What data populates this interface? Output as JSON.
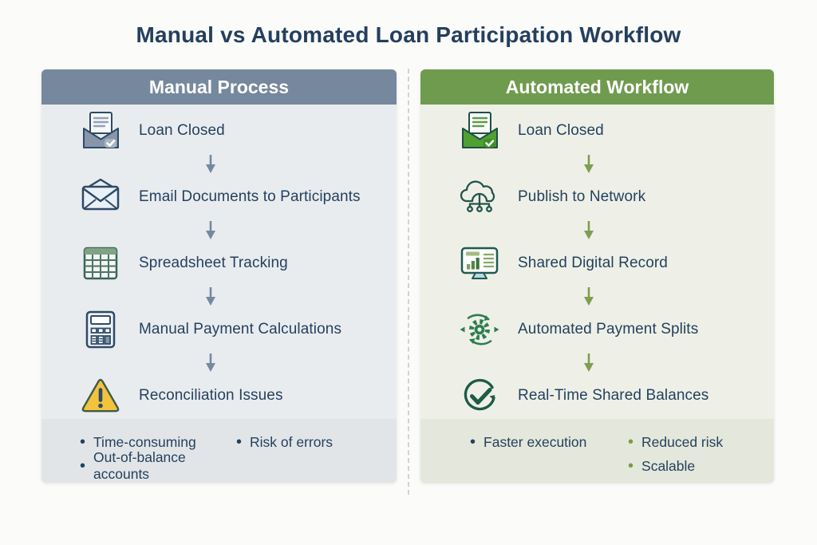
{
  "title": "Manual vs Automated Loan Participation Workflow",
  "colors": {
    "page_bg": "#fbfbf9",
    "title_text": "#243f5e",
    "header_text": "#ffffff",
    "manual_header_bg": "#76889d",
    "automated_header_bg": "#6f9b4f",
    "manual_body_bg": "#e9ecef",
    "automated_body_bg": "#eef0e7",
    "manual_footer_bg": "#e2e5e8",
    "automated_footer_bg": "#e4e7db",
    "step_text": "#24415e",
    "manual_arrow": "#7588a0",
    "automated_arrow": "#7f9d53",
    "divider": "#d2d2d0",
    "warning_yellow": "#f3c33d",
    "green_bullet": "#7b9a48"
  },
  "manual_panel": {
    "header": "Manual Process",
    "steps": [
      {
        "label": "Loan Closed",
        "icon": "envelope-open-document-check-icon"
      },
      {
        "label": "Email Documents to Participants",
        "icon": "email-envelope-icon"
      },
      {
        "label": "Spreadsheet Tracking",
        "icon": "spreadsheet-grid-icon"
      },
      {
        "label": "Manual Payment Calculations",
        "icon": "calculator-icon"
      },
      {
        "label": "Reconciliation Issues",
        "icon": "warning-triangle-icon"
      }
    ],
    "footer_bullets": [
      "Time-consuming",
      "Risk of errors",
      "Out-of-balance accounts"
    ]
  },
  "automated_panel": {
    "header": "Automated Workflow",
    "steps": [
      {
        "label": "Loan Closed",
        "icon": "envelope-open-document-check-green-icon"
      },
      {
        "label": "Publish to Network",
        "icon": "cloud-network-icon"
      },
      {
        "label": "Shared Digital Record",
        "icon": "monitor-chart-icon"
      },
      {
        "label": "Automated Payment Splits",
        "icon": "gear-sync-arrows-icon"
      },
      {
        "label": "Real-Time Shared Balances",
        "icon": "check-circle-sync-icon"
      }
    ],
    "footer_bullets": [
      "Faster execution",
      "Reduced risk",
      "Scalable"
    ]
  }
}
